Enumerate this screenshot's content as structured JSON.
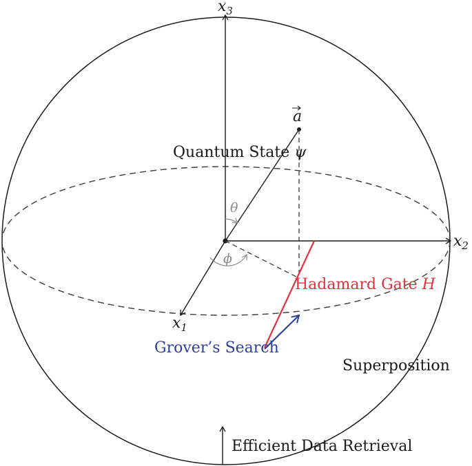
{
  "labels": {
    "x3": "x",
    "x3_sub": "3",
    "x2": "x",
    "x2_sub": "2",
    "x1": "x",
    "x1_sub": "1",
    "vector_a": "a",
    "theta": "θ",
    "phi": "ϕ",
    "quantum_state_text": "Quantum State",
    "quantum_state_symbol": "ψ",
    "hadamard_text": "Hadamard Gate",
    "hadamard_symbol": "H",
    "grover": "Grover’s Search",
    "superposition": "Superposition",
    "efficient": "Efficient Data Retrieval"
  },
  "colors": {
    "axis": "#1a1a1a",
    "hadamard": "#e0323c",
    "grover": "#2a3f9e",
    "angle": "#8a8a8a"
  }
}
